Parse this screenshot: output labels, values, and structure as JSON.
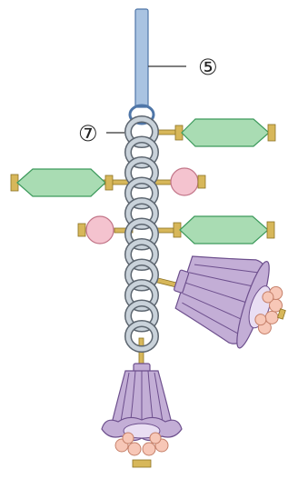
{
  "callouts": {
    "wire_label": "⑤",
    "jumpring_label": "⑦"
  },
  "colors": {
    "wire": "#a9c3e1",
    "wire_stroke": "#4f76a8",
    "ring_fill": "#c9d2da",
    "ring_stroke": "#5d6670",
    "green_bead": "#a9dcb3",
    "green_bead_stroke": "#3d9a5c",
    "pink_pearl": "#f4c3cf",
    "pink_pearl_stroke": "#c27588",
    "gold_pin": "#d7b75a",
    "gold_pin_stroke": "#8c7224",
    "flower": "#c3aed6",
    "flower_stroke": "#6d4f8d",
    "peach": "#f7c7b7",
    "peach_stroke": "#c5806a"
  },
  "components": {
    "chain_ring_count": 11,
    "side_beads": [
      {
        "type": "green-bead",
        "side": "right"
      },
      {
        "type": "green-bead",
        "side": "left"
      },
      {
        "type": "pink-pearl",
        "side": "right"
      },
      {
        "type": "pink-pearl",
        "side": "left"
      },
      {
        "type": "green-bead",
        "side": "right"
      },
      {
        "type": "flower-bead",
        "side": "right"
      }
    ],
    "bottom_charm": "flower-bead"
  }
}
